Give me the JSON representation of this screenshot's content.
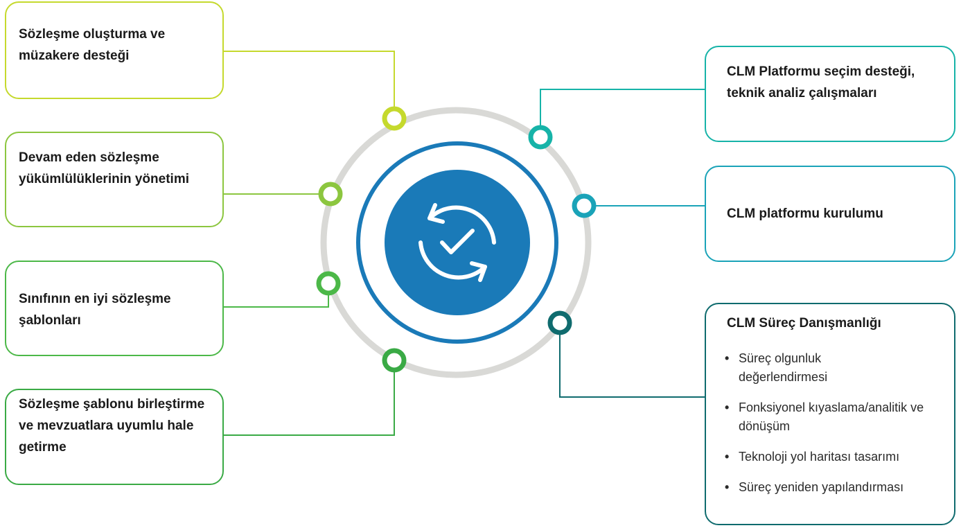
{
  "left_boxes": [
    {
      "text": "Sözleşme oluşturma ve müzakere desteği",
      "color": "#c5d92d"
    },
    {
      "text": "Devam eden sözleşme yükümlülüklerinin yönetimi",
      "color": "#8cc63f"
    },
    {
      "text": "Sınıfının en iyi sözleşme şablonları",
      "color": "#4cb848"
    },
    {
      "text": "Sözleşme şablonu birleştirme ve mevzuatlara uyumlu hale getirme",
      "color": "#3aaa45"
    }
  ],
  "right_boxes": [
    {
      "text": "CLM Platformu seçim desteği, teknik analiz çalışmaları",
      "color": "#16b3a8"
    },
    {
      "text": "CLM platformu kurulumu",
      "color": "#1aa3b8"
    },
    {
      "title": "CLM Süreç Danışmanlığı",
      "color": "#0f6b6e",
      "bullets": [
        "Süreç olgunluk değerlendirmesi",
        "Fonksiyonel kıyaslama/analitik ve dönüşüm",
        "Teknoloji yol haritası tasarımı",
        "Süreç yeniden yapılandırması"
      ]
    }
  ],
  "center": {
    "icon": "sync-check-icon",
    "color": "#1a7ab8",
    "ring_color": "#d9d9d6"
  }
}
